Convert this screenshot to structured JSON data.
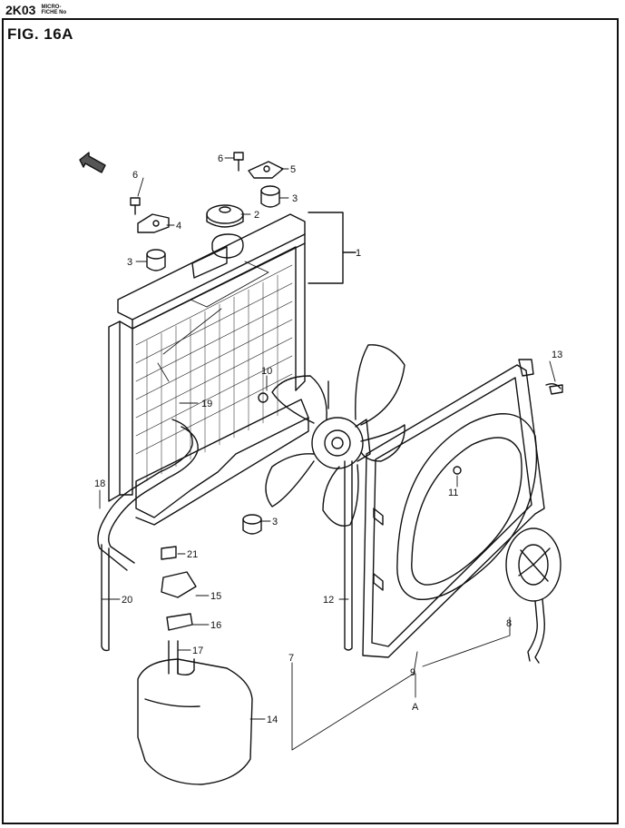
{
  "header": {
    "code": "2K03",
    "microfiche_line1": "MICRO-",
    "microfiche_line2": "FICHE No"
  },
  "figure": {
    "title": "FIG. 16A"
  },
  "callouts": [
    {
      "id": "c1",
      "text": "1"
    },
    {
      "id": "c2",
      "text": "2"
    },
    {
      "id": "c3a",
      "text": "3"
    },
    {
      "id": "c3b",
      "text": "3"
    },
    {
      "id": "c3c",
      "text": "3"
    },
    {
      "id": "c4",
      "text": "4"
    },
    {
      "id": "c5",
      "text": "5"
    },
    {
      "id": "c6a",
      "text": "6"
    },
    {
      "id": "c6b",
      "text": "6"
    },
    {
      "id": "c7",
      "text": "7"
    },
    {
      "id": "c8",
      "text": "8"
    },
    {
      "id": "c9",
      "text": "9"
    },
    {
      "id": "c10",
      "text": "10"
    },
    {
      "id": "c11",
      "text": "11"
    },
    {
      "id": "c12",
      "text": "12"
    },
    {
      "id": "c13",
      "text": "13"
    },
    {
      "id": "c14",
      "text": "14"
    },
    {
      "id": "c15",
      "text": "15"
    },
    {
      "id": "c16",
      "text": "16"
    },
    {
      "id": "c17",
      "text": "17"
    },
    {
      "id": "c18",
      "text": "18"
    },
    {
      "id": "c19",
      "text": "19"
    },
    {
      "id": "c20",
      "text": "20"
    },
    {
      "id": "c21",
      "text": "21"
    },
    {
      "id": "cA",
      "text": "A"
    }
  ]
}
